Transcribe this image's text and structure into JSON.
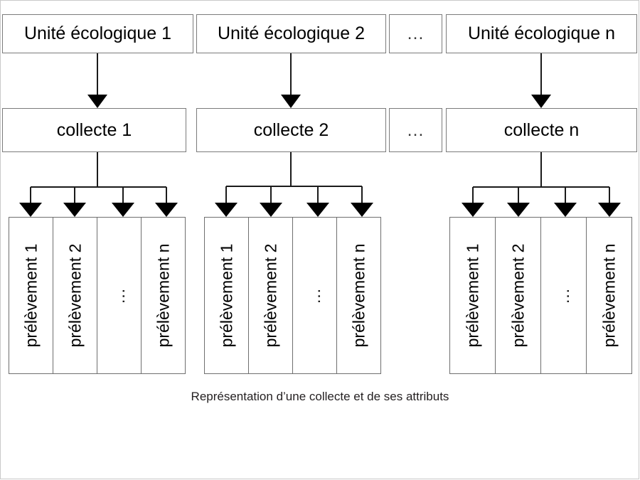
{
  "diagram": {
    "caption": "Représentation d’une collecte et de ses attributs",
    "ellipsis_horizontal": "…",
    "ellipsis_vertical": "…",
    "colors": {
      "background": "#ffffff",
      "box_border": "#7b7b7b",
      "connector": "#1a1a1a",
      "arrow_fill": "#000000",
      "text": "#000000",
      "caption_text": "#231f20",
      "frame_border": "#c9c9c9"
    },
    "rows": {
      "ecological_units": {
        "row_label": "Unité écologique",
        "items": [
          {
            "label": "Unité écologique 1"
          },
          {
            "label": "Unité écologique 2"
          },
          {
            "label": "…"
          },
          {
            "label": "Unité écologique n"
          }
        ]
      },
      "collectes": {
        "row_label": "collecte",
        "items": [
          {
            "label": "collecte 1"
          },
          {
            "label": "collecte 2"
          },
          {
            "label": "…"
          },
          {
            "label": "collecte n"
          }
        ]
      },
      "prelevements": {
        "row_label": "prélèvement",
        "groups": [
          {
            "cells": [
              "prélèvement 1",
              "prélèvement 2",
              "…",
              "prélèvement n"
            ]
          },
          {
            "cells": [
              "prélèvement 1",
              "prélèvement 2",
              "…",
              "prélèvement n"
            ]
          },
          {
            "cells": [
              "prélèvement 1",
              "prélèvement 2",
              "…",
              "prélèvement n"
            ]
          }
        ]
      }
    }
  }
}
